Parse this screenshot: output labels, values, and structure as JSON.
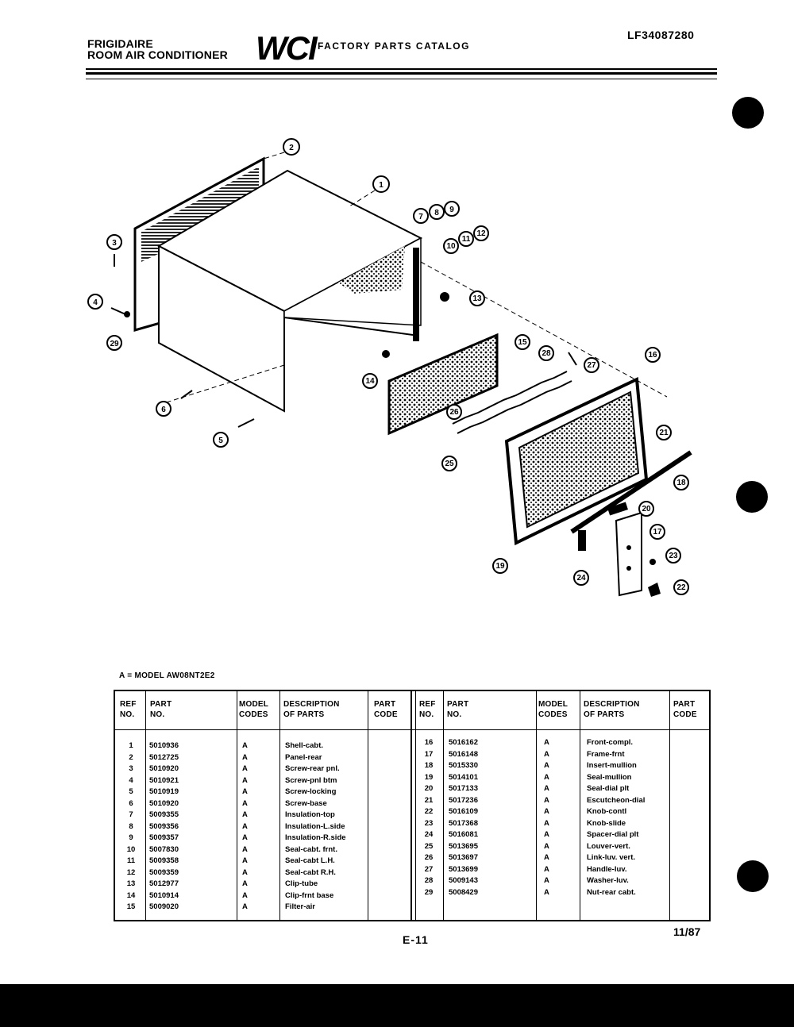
{
  "header": {
    "brand_line1": "FRIGIDAIRE",
    "brand_line2": "ROOM AIR CONDITIONER",
    "logo": "WCI",
    "catalog": "FACTORY PARTS CATALOG",
    "catalog_code": "LF34087280"
  },
  "diagram": {
    "callouts": [
      "1",
      "2",
      "3",
      "4",
      "5",
      "6",
      "7",
      "8",
      "9",
      "10",
      "11",
      "12",
      "13",
      "14",
      "15",
      "16",
      "17",
      "18",
      "19",
      "20",
      "21",
      "22",
      "23",
      "24",
      "25",
      "26",
      "27",
      "28",
      "29"
    ]
  },
  "model_note": "A = MODEL AW08NT2E2",
  "table": {
    "headers": {
      "ref_l1": "REF",
      "ref_l2": "NO.",
      "part_l1": "PART",
      "part_l2": "NO.",
      "model_l1": "MODEL",
      "model_l2": "CODES",
      "desc_l1": "DESCRIPTION",
      "desc_l2": "OF PARTS",
      "code_l1": "PART",
      "code_l2": "CODE"
    },
    "left_rows": [
      {
        "ref": "1",
        "part": "5010936",
        "model": "A",
        "desc": "Shell-cabt."
      },
      {
        "ref": "2",
        "part": "5012725",
        "model": "A",
        "desc": "Panel-rear"
      },
      {
        "ref": "3",
        "part": "5010920",
        "model": "A",
        "desc": "Screw-rear pnl."
      },
      {
        "ref": "4",
        "part": "5010921",
        "model": "A",
        "desc": "Screw-pnl btm"
      },
      {
        "ref": "5",
        "part": "5010919",
        "model": "A",
        "desc": "Screw-locking"
      },
      {
        "ref": "6",
        "part": "5010920",
        "model": "A",
        "desc": "Screw-base"
      },
      {
        "ref": "7",
        "part": "5009355",
        "model": "A",
        "desc": "Insulation-top"
      },
      {
        "ref": "8",
        "part": "5009356",
        "model": "A",
        "desc": "Insulation-L.side"
      },
      {
        "ref": "9",
        "part": "5009357",
        "model": "A",
        "desc": "Insulation-R.side"
      },
      {
        "ref": "10",
        "part": "5007830",
        "model": "A",
        "desc": "Seal-cabt. frnt."
      },
      {
        "ref": "11",
        "part": "5009358",
        "model": "A",
        "desc": "Seal-cabt L.H."
      },
      {
        "ref": "12",
        "part": "5009359",
        "model": "A",
        "desc": "Seal-cabt R.H."
      },
      {
        "ref": "13",
        "part": "5012977",
        "model": "A",
        "desc": "Clip-tube"
      },
      {
        "ref": "14",
        "part": "5010914",
        "model": "A",
        "desc": "Clip-frnt base"
      },
      {
        "ref": "15",
        "part": "5009020",
        "model": "A",
        "desc": "Filter-air"
      }
    ],
    "right_rows": [
      {
        "ref": "16",
        "part": "5016162",
        "model": "A",
        "desc": "Front-compl."
      },
      {
        "ref": "17",
        "part": "5016148",
        "model": "A",
        "desc": "Frame-frnt"
      },
      {
        "ref": "18",
        "part": "5015330",
        "model": "A",
        "desc": "Insert-mullion"
      },
      {
        "ref": "19",
        "part": "5014101",
        "model": "A",
        "desc": "Seal-mullion"
      },
      {
        "ref": "20",
        "part": "5017133",
        "model": "A",
        "desc": "Seal-dial plt"
      },
      {
        "ref": "21",
        "part": "5017236",
        "model": "A",
        "desc": "Escutcheon-dial"
      },
      {
        "ref": "22",
        "part": "5016109",
        "model": "A",
        "desc": "Knob-contl"
      },
      {
        "ref": "23",
        "part": "5017368",
        "model": "A",
        "desc": "Knob-slide"
      },
      {
        "ref": "24",
        "part": "5016081",
        "model": "A",
        "desc": "Spacer-dial plt"
      },
      {
        "ref": "25",
        "part": "5013695",
        "model": "A",
        "desc": "Louver-vert."
      },
      {
        "ref": "26",
        "part": "5013697",
        "model": "A",
        "desc": "Link-luv. vert."
      },
      {
        "ref": "27",
        "part": "5013699",
        "model": "A",
        "desc": "Handle-luv."
      },
      {
        "ref": "28",
        "part": "5009143",
        "model": "A",
        "desc": "Washer-luv."
      },
      {
        "ref": "29",
        "part": "5008429",
        "model": "A",
        "desc": "Nut-rear cabt."
      }
    ]
  },
  "footer": {
    "page": "E-11",
    "date": "11/87"
  }
}
